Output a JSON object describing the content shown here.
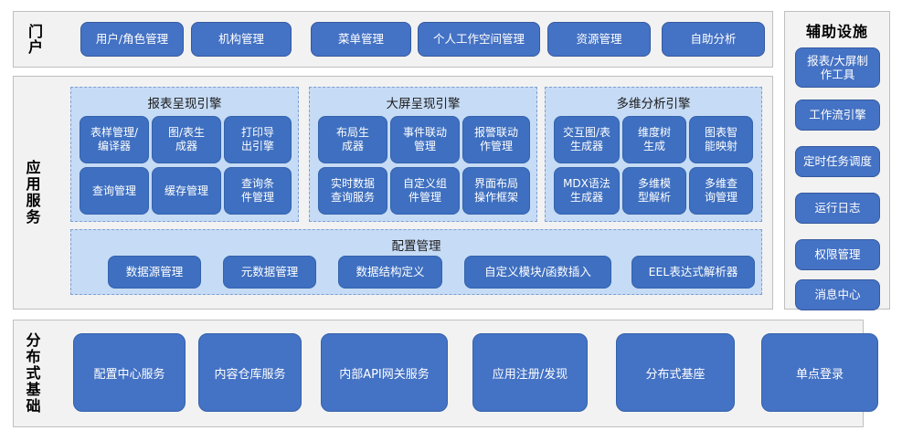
{
  "layers": {
    "portal": {
      "label": "门户",
      "items": [
        {
          "label": "用户/角色管理"
        },
        {
          "label": "机构管理"
        },
        {
          "label": "菜单管理"
        },
        {
          "label": "个人工作空间管理"
        },
        {
          "label": "资源管理"
        },
        {
          "label": "自助分析"
        }
      ]
    },
    "app_service": {
      "label": "应用服务",
      "engines": [
        {
          "title": "报表呈现引擎",
          "items": [
            {
              "label": "表样管理/\n编译器"
            },
            {
              "label": "图/表生\n成器"
            },
            {
              "label": "打印导\n出引擎"
            },
            {
              "label": "查询管理"
            },
            {
              "label": "缓存管理"
            },
            {
              "label": "查询条\n件管理"
            }
          ]
        },
        {
          "title": "大屏呈现引擎",
          "items": [
            {
              "label": "布局生\n成器"
            },
            {
              "label": "事件联动\n管理"
            },
            {
              "label": "报警联动\n作管理"
            },
            {
              "label": "实时数据\n查询服务"
            },
            {
              "label": "自定义组\n件管理"
            },
            {
              "label": "界面布局\n操作框架"
            }
          ]
        },
        {
          "title": "多维分析引擎",
          "items": [
            {
              "label": "交互图/表\n生成器"
            },
            {
              "label": "维度树\n生成"
            },
            {
              "label": "图表智\n能映射"
            },
            {
              "label": "MDX语法\n生成器"
            },
            {
              "label": "多维模\n型解析"
            },
            {
              "label": "多维查\n询管理"
            }
          ]
        }
      ],
      "config": {
        "title": "配置管理",
        "items": [
          {
            "label": "数据源管理"
          },
          {
            "label": "元数据管理"
          },
          {
            "label": "数据结构定义"
          },
          {
            "label": "自定义模块/函数插入"
          },
          {
            "label": "EEL表达式解析器"
          }
        ]
      }
    },
    "distributed": {
      "label": "分布式基础",
      "items": [
        {
          "label": "配置中心服务"
        },
        {
          "label": "内容仓库服务"
        },
        {
          "label": "内部API网关服务"
        },
        {
          "label": "应用注册/发现"
        },
        {
          "label": "分布式基座"
        },
        {
          "label": "单点登录"
        }
      ]
    },
    "auxiliary": {
      "label": "辅助设施",
      "items": [
        {
          "label": "报表/大屏制\n作工具"
        },
        {
          "label": "工作流引擎"
        },
        {
          "label": "定时任务调度"
        },
        {
          "label": "运行日志"
        },
        {
          "label": "权限管理"
        },
        {
          "label": "消息中心"
        }
      ]
    }
  },
  "colors": {
    "accent": "#4472c4",
    "accent_dark": "#3e6fc0",
    "panel_bg": "#c6dbf5",
    "section_bg": "#f2f2f2",
    "section_border": "#bfbfbf"
  }
}
